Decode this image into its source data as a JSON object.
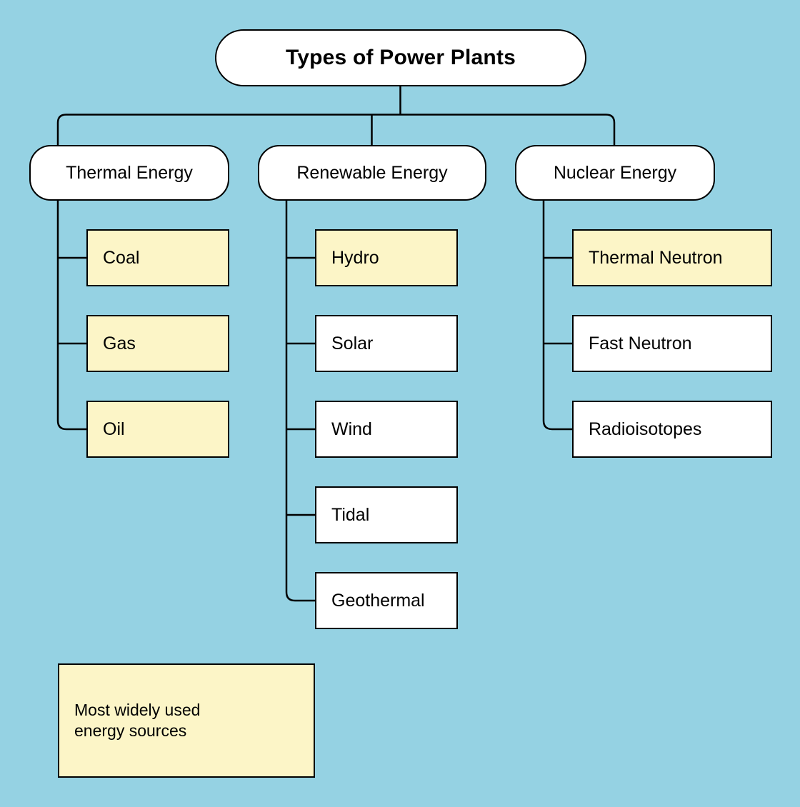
{
  "diagram": {
    "title": "Types of Power Plants",
    "background_color": "#95d2e3",
    "highlight_color": "#fcf5c7",
    "plain_color": "#ffffff",
    "line_color": "#000000"
  },
  "root": {
    "label": "Types of Power Plants"
  },
  "branches": [
    {
      "label": "Thermal Energy",
      "leaves": [
        {
          "label": "Coal",
          "highlighted": true
        },
        {
          "label": "Gas",
          "highlighted": true
        },
        {
          "label": "Oil",
          "highlighted": true
        }
      ]
    },
    {
      "label": "Renewable Energy",
      "leaves": [
        {
          "label": "Hydro",
          "highlighted": true
        },
        {
          "label": "Solar",
          "highlighted": false
        },
        {
          "label": "Wind",
          "highlighted": false
        },
        {
          "label": "Tidal",
          "highlighted": false
        },
        {
          "label": "Geothermal",
          "highlighted": false
        }
      ]
    },
    {
      "label": "Nuclear Energy",
      "leaves": [
        {
          "label": "Thermal Neutron",
          "highlighted": true
        },
        {
          "label": "Fast Neutron",
          "highlighted": false
        },
        {
          "label": "Radioisotopes",
          "highlighted": false
        }
      ]
    }
  ],
  "legend": {
    "text": "Most widely used\nenergy sources"
  }
}
